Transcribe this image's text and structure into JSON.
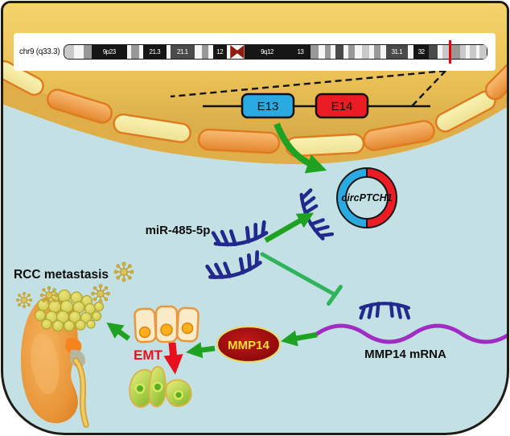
{
  "figure": {
    "chromosome": {
      "label": "chr9 (q33.3)",
      "marker_percent": 91,
      "bands": [
        {
          "w": 2.5,
          "c": "lg",
          "label": ""
        },
        {
          "w": 2.8,
          "c": "w",
          "label": ""
        },
        {
          "w": 2.0,
          "c": "g",
          "label": ""
        },
        {
          "w": 6.3,
          "c": "b",
          "label": "9p23"
        },
        {
          "w": 1.0,
          "c": "w",
          "label": ""
        },
        {
          "w": 2.3,
          "c": "g",
          "label": ""
        },
        {
          "w": 1.0,
          "c": "w",
          "label": ""
        },
        {
          "w": 3.5,
          "c": "b",
          "label": "21.3"
        },
        {
          "w": 1.0,
          "c": "w",
          "label": ""
        },
        {
          "w": 3.7,
          "c": "dg",
          "label": "21.1"
        },
        {
          "w": 1.9,
          "c": "w",
          "label": ""
        },
        {
          "w": 1.9,
          "c": "g",
          "label": ""
        },
        {
          "w": 1.2,
          "c": "w",
          "label": ""
        },
        {
          "w": 2.0,
          "c": "b",
          "label": "12"
        },
        {
          "w": 1.0,
          "c": "w",
          "label": ""
        },
        {
          "w": 3.8,
          "c": "cen",
          "label": ""
        },
        {
          "w": 9.0,
          "c": "b",
          "label": "9q12"
        },
        {
          "w": 4.0,
          "c": "b",
          "label": "13"
        },
        {
          "w": 2.1,
          "c": "g",
          "label": ""
        },
        {
          "w": 1.7,
          "c": "w",
          "label": ""
        },
        {
          "w": 1.5,
          "c": "g",
          "label": ""
        },
        {
          "w": 1.5,
          "c": "w",
          "label": ""
        },
        {
          "w": 2.1,
          "c": "dg",
          "label": ""
        },
        {
          "w": 1.3,
          "c": "w",
          "label": ""
        },
        {
          "w": 1.7,
          "c": "g",
          "label": ""
        },
        {
          "w": 2.1,
          "c": "w",
          "label": ""
        },
        {
          "w": 1.9,
          "c": "lg",
          "label": ""
        },
        {
          "w": 1.3,
          "c": "w",
          "label": ""
        },
        {
          "w": 1.9,
          "c": "g",
          "label": ""
        },
        {
          "w": 1.5,
          "c": "w",
          "label": ""
        },
        {
          "w": 2.8,
          "c": "dg",
          "label": "31.1"
        },
        {
          "w": 1.7,
          "c": "w",
          "label": ""
        },
        {
          "w": 2.4,
          "c": "b",
          "label": "32"
        },
        {
          "w": 2.5,
          "c": "dg",
          "label": ""
        },
        {
          "w": 1.2,
          "c": "w",
          "label": ""
        },
        {
          "w": 2.3,
          "c": "lg",
          "label": ""
        },
        {
          "w": 2.5,
          "c": "g",
          "label": ""
        },
        {
          "w": 1.5,
          "c": "lg",
          "label": ""
        },
        {
          "w": 1.2,
          "c": "w",
          "label": ""
        },
        {
          "w": 1.7,
          "c": "lg",
          "label": ""
        },
        {
          "w": 1.0,
          "c": "w",
          "label": ""
        },
        {
          "w": 1.9,
          "c": "lg",
          "label": ""
        }
      ]
    },
    "gene": {
      "exon1": "E13",
      "exon2": "E14"
    },
    "circrna": {
      "label": "circPTCH1"
    },
    "mirna": {
      "label": "miR-485-5p"
    },
    "mrna": {
      "label": "MMP14 mRNA"
    },
    "protein": {
      "label": "MMP14"
    },
    "process": {
      "label": "EMT"
    },
    "outcome": {
      "label": "RCC metastasis"
    }
  },
  "colors": {
    "cytoplasm": "#c3e1e4",
    "nucleus_gold": "#e7bd52",
    "exon_blue": "#29abe2",
    "exon_red": "#ec1c24",
    "mirna_navy": "#212a8c",
    "mrna_purple": "#a12cc4",
    "arrow_green": "#1fa221",
    "inhibit_green": "#2fb35c",
    "emt_red": "#e8101e",
    "protein_dark_red": "#8c0808",
    "protein_text_yellow": "#f7de35",
    "kidney_orange": "#e89436",
    "tumor_yellow_green": "#d6d153"
  }
}
